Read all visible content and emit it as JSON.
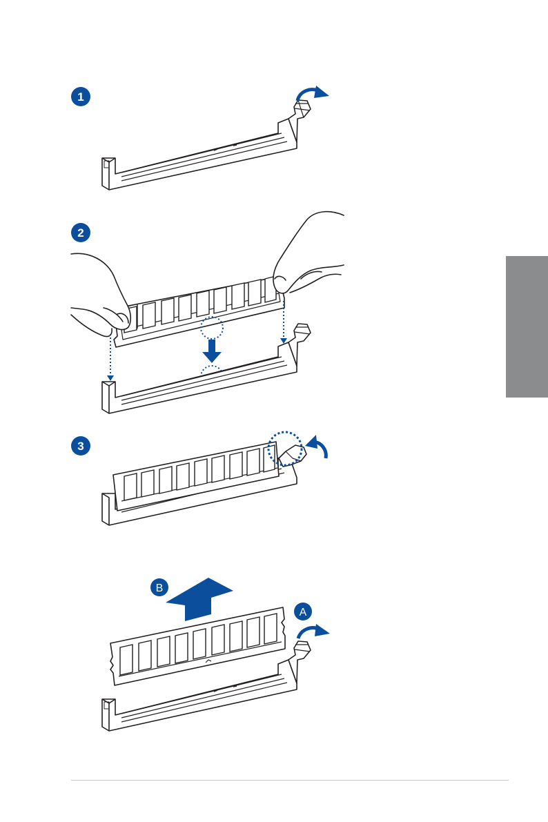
{
  "steps": [
    {
      "number": "1"
    },
    {
      "number": "2"
    },
    {
      "number": "3"
    }
  ],
  "removal": {
    "labels": [
      "A",
      "B"
    ]
  },
  "colors": {
    "accent": "#0b4f9c",
    "side_tab": "#8b8c8e",
    "line": "#231f20"
  }
}
